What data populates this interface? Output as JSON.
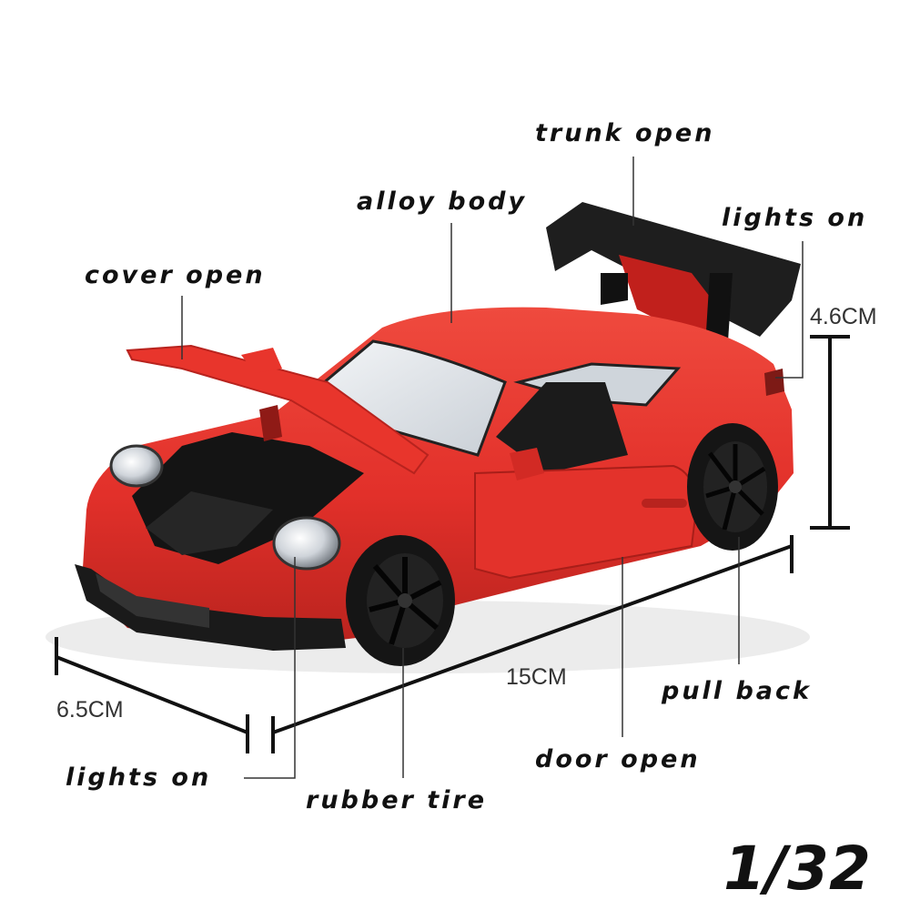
{
  "labels": {
    "trunk_open": "trunk open",
    "alloy_body": "alloy body",
    "lights_on_rear": "lights on",
    "cover_open": "cover open",
    "pull_back": "pull back",
    "door_open": "door open",
    "lights_on_front": "lights on",
    "rubber_tire": "rubber tire"
  },
  "dimensions": {
    "height": "4.6CM",
    "length": "15CM",
    "width": "6.5CM"
  },
  "scale": "1/32",
  "colors": {
    "body_red": "#e8352c",
    "body_dark_red": "#b8231e",
    "trim_black": "#1a1a1a",
    "wheel_black": "#141414",
    "leader_line": "#333333"
  }
}
